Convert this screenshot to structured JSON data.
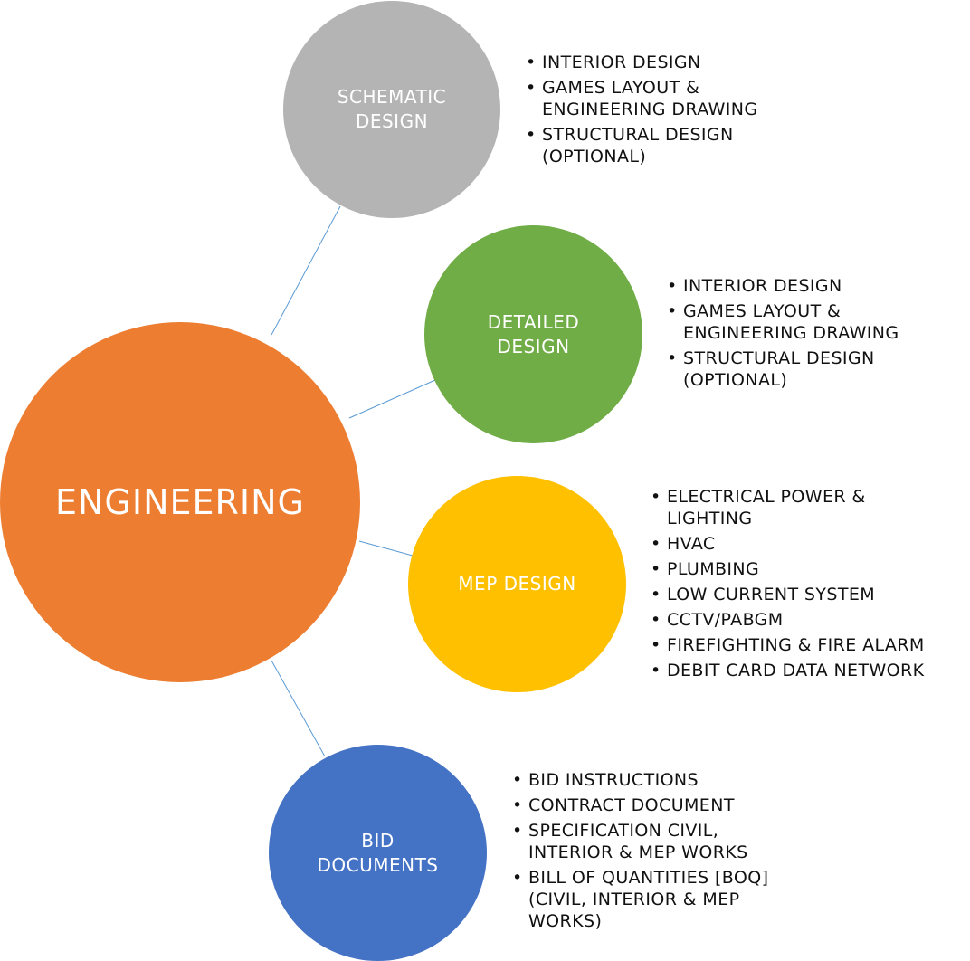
{
  "hub": {
    "label": "ENGINEERING",
    "color": "#ED7D31"
  },
  "connector_color": "#5B9BD5",
  "stages": [
    {
      "label": "SCHEMATIC\nDESIGN",
      "color": "#B4B4B4",
      "items": [
        "INTERIOR DESIGN",
        "GAMES LAYOUT &\nENGINEERING DRAWING",
        "STRUCTURAL  DESIGN\n(OPTIONAL)"
      ]
    },
    {
      "label": "DETAILED\nDESIGN",
      "color": "#70AD47",
      "items": [
        "INTERIOR DESIGN",
        "GAMES LAYOUT &\nENGINEERING DRAWING",
        "STRUCTURAL  DESIGN\n(OPTIONAL)"
      ]
    },
    {
      "label": "MEP DESIGN",
      "color": "#FFC000",
      "items": [
        "ELECTRICAL POWER &\nLIGHTING",
        "HVAC",
        "PLUMBING",
        "LOW CURRENT SYSTEM",
        "CCTV/PABGM",
        "FIREFIGHTING & FIRE ALARM",
        "DEBIT CARD DATA NETWORK"
      ]
    },
    {
      "label": "BID\nDOCUMENTS",
      "color": "#4472C4",
      "items": [
        "BID INSTRUCTIONS",
        "CONTRACT DOCUMENT",
        "SPECIFICATION CIVIL,\nINTERIOR & MEP WORKS",
        "BILL OF QUANTITIES [BOQ]\n(CIVIL, INTERIOR & MEP\nWORKS)"
      ]
    }
  ]
}
